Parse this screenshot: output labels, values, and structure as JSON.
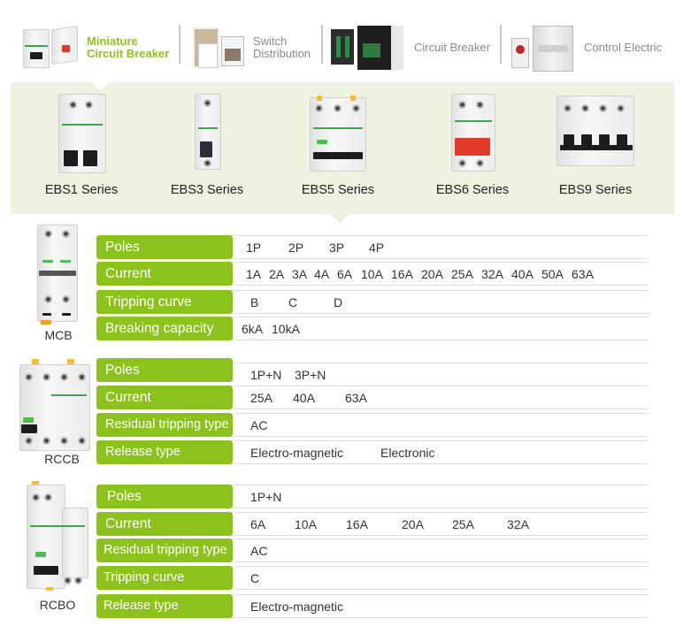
{
  "top_nav": {
    "categories": [
      {
        "label_line1": "Miniature",
        "label_line2": "Circuit Breaker",
        "active": true,
        "icon": "mcb-product-icon"
      },
      {
        "label_line1": "Switch",
        "label_line2": "Distribution",
        "active": false,
        "icon": "distribution-box-icon"
      },
      {
        "label_line1": "Circuit Breaker",
        "label_line2": "",
        "active": false,
        "icon": "mccb-product-icon"
      },
      {
        "label_line1": "Control Electric",
        "label_line2": "",
        "active": false,
        "icon": "contactor-product-icon"
      }
    ]
  },
  "series": [
    {
      "name": "EBS1 Series",
      "poles": 2,
      "handle": "black"
    },
    {
      "name": "EBS3 Series",
      "poles": 1,
      "handle": "black"
    },
    {
      "name": "EBS5 Series",
      "poles": 3,
      "handle": "black"
    },
    {
      "name": "EBS6 Series",
      "poles": 2,
      "handle": "red"
    },
    {
      "name": "EBS9 Series",
      "poles": 4,
      "handle": "black"
    }
  ],
  "sections": {
    "mcb": {
      "name": "MCB",
      "rows": [
        {
          "key": "Poles",
          "values": [
            "1P",
            "2P",
            "3P",
            "4P"
          ]
        },
        {
          "key": "Current",
          "values": [
            "1A",
            "2A",
            "3A",
            "4A",
            "6A",
            "10A",
            "16A",
            "20A",
            "25A",
            "32A",
            "40A",
            "50A",
            "63A"
          ]
        },
        {
          "key": "Tripping curve",
          "values": [
            "B",
            "C",
            "D"
          ]
        },
        {
          "key": "Breaking capacity",
          "values": [
            "6kA",
            "10kA"
          ]
        }
      ]
    },
    "rccb": {
      "name": "RCCB",
      "rows": [
        {
          "key": "Poles",
          "values": [
            "1P+N",
            "3P+N"
          ]
        },
        {
          "key": "Current",
          "values": [
            "25A",
            "40A",
            "63A"
          ]
        },
        {
          "key": "Residual tripping type",
          "values": [
            "AC"
          ]
        },
        {
          "key": "Release type",
          "values": [
            "Electro-magnetic",
            "Electronic"
          ]
        }
      ]
    },
    "rcbo": {
      "name": "RCBO",
      "rows": [
        {
          "key": "Poles",
          "values": [
            "1P+N"
          ]
        },
        {
          "key": "Current",
          "values": [
            "6A",
            "10A",
            "16A",
            "20A",
            "25A",
            "32A"
          ]
        },
        {
          "key": "Residual tripping type",
          "values": [
            "AC"
          ]
        },
        {
          "key": "Tripping curve",
          "values": [
            "C"
          ]
        },
        {
          "key": "Release type",
          "values": [
            "Electro-magnetic"
          ]
        }
      ]
    }
  },
  "colors": {
    "accent_green": "#8bc21c",
    "active_nav_text": "#8dc21f",
    "band_background": "#eef2de",
    "inactive_nav_text": "#8a8a8a"
  }
}
